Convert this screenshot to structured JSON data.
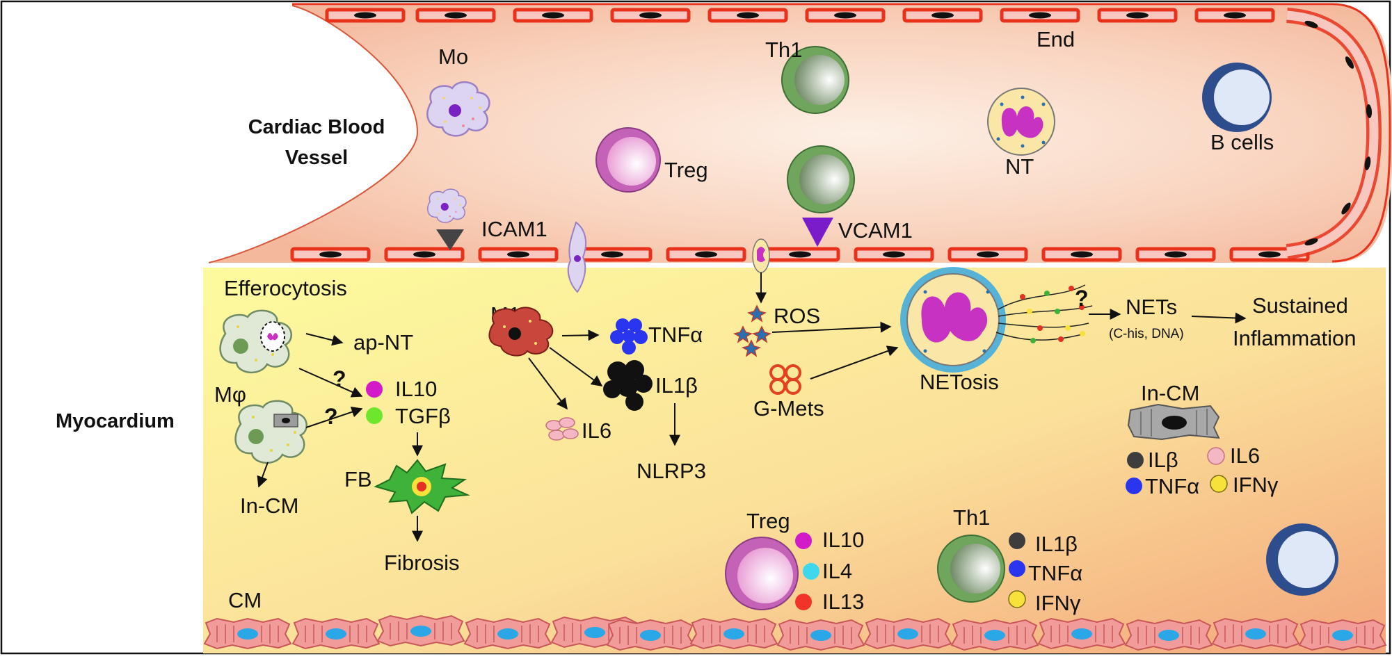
{
  "regions": {
    "vessel": "Cardiac Blood Vessel",
    "myocardium": "Myocardium"
  },
  "vessel_cells": {
    "mo": "Mo",
    "th1": "Th1",
    "end": "End",
    "treg": "Treg",
    "nt": "NT",
    "b_cells": "B cells",
    "icam1": "ICAM1",
    "vcam1": "VCAM1"
  },
  "macrophage": {
    "efferocytosis": "Efferocytosis",
    "ap_nt": "ap-NT",
    "m_phi": "Mφ",
    "in_cm": "In-CM",
    "il10": "IL10",
    "tgfb": "TGFβ",
    "fb": "FB",
    "fibrosis": "Fibrosis",
    "question": "?"
  },
  "m1": {
    "m1": "M1",
    "tnfa": "TNFα",
    "il1b": "IL1β",
    "il6": "IL6",
    "nlrp3": "NLRP3"
  },
  "net": {
    "ros": "ROS",
    "gmets": "G-Mets",
    "netosis": "NETosis",
    "nets": "NETs",
    "nets_sub": "(C-his, DNA)",
    "question": "?",
    "sustained1": "Sustained",
    "sustained2": "Inflammation"
  },
  "incm_panel": {
    "title": "In-CM",
    "ilb": "ILβ",
    "il6": "IL6",
    "tnfa": "TNFα",
    "ifng": "IFNγ"
  },
  "treg_panel": {
    "title": "Treg",
    "il10": "IL10",
    "il4": "IL4",
    "il13": "IL13"
  },
  "th1_panel": {
    "title": "Th1",
    "il1b": "IL1β",
    "tnfa": "TNFα",
    "ifng": "IFNγ"
  },
  "cm": "CM",
  "colors": {
    "vessel_fill": "#f6c6ad",
    "myocardium_fill": "#fbf39a",
    "endothelium": "#e8321c",
    "il10": "#d21ac8",
    "tgfb": "#6ee62d",
    "tnfa": "#2a35f0",
    "il1b": "#3d3d3d",
    "il4": "#3fd7ee",
    "il13": "#f0342a",
    "il6": "#f6b7c4",
    "ifng": "#f6e23a"
  }
}
